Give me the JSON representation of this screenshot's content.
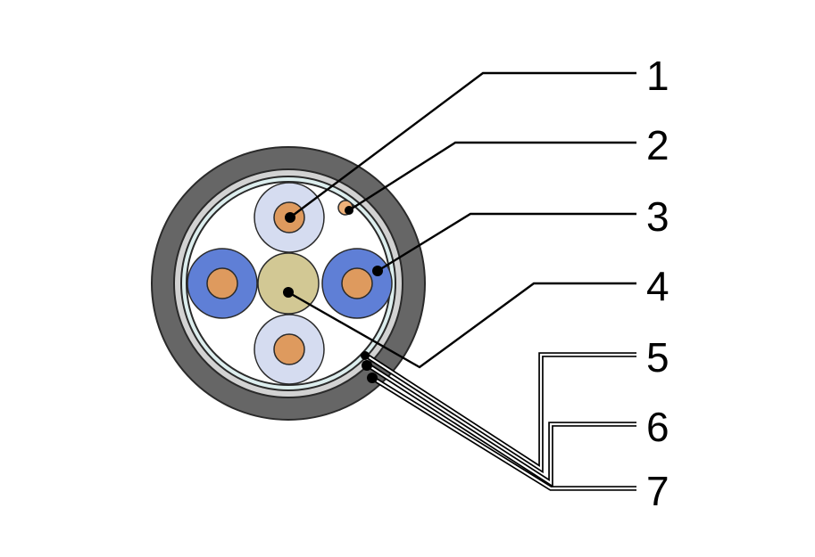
{
  "diagram": {
    "type": "cable-cross-section",
    "colors": {
      "outer_sheath": "#666666",
      "inner_sheath": "#d2d2d2",
      "screen_ring": "#ddeeee",
      "interior": "#ffffff",
      "insulation_light": "#d5dcf0",
      "insulation_blue": "#5f7fd6",
      "copper": "#de9a5e",
      "filler": "#d2c894",
      "drain_wire": "#f0b27a",
      "outline": "#2a2a2a"
    },
    "callouts": [
      {
        "number": "1"
      },
      {
        "number": "2"
      },
      {
        "number": "3"
      },
      {
        "number": "4"
      },
      {
        "number": "5"
      },
      {
        "number": "6"
      },
      {
        "number": "7"
      }
    ]
  }
}
